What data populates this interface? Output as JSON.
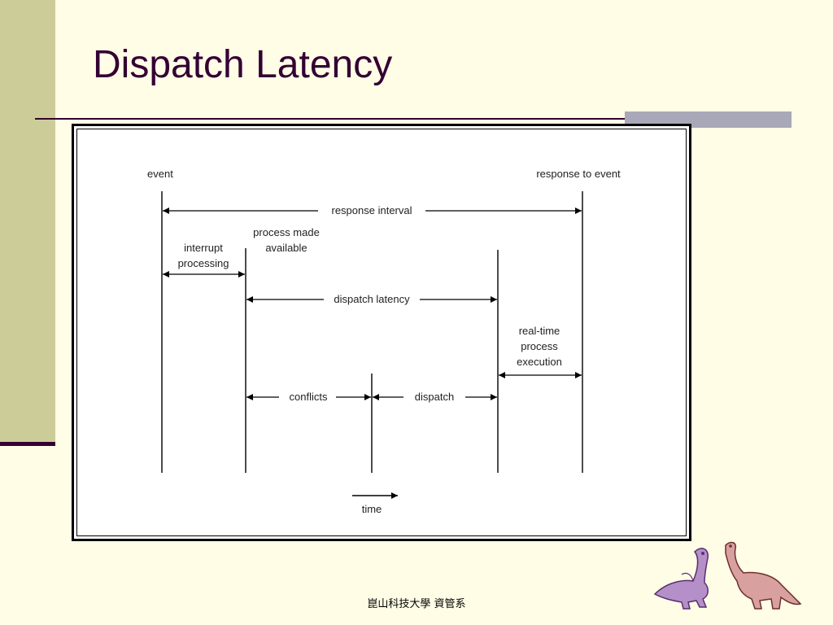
{
  "slide": {
    "title": "Dispatch Latency",
    "footer": "崑山科技大學 資管系"
  },
  "diagram": {
    "labels": {
      "event": "event",
      "response_to_event": "response to event",
      "response_interval": "response interval",
      "interrupt_processing_line1": "interrupt",
      "interrupt_processing_line2": "processing",
      "process_made_available_line1": "process made",
      "process_made_available_line2": "available",
      "dispatch_latency": "dispatch latency",
      "realtime_line1": "real-time",
      "realtime_line2": "process",
      "realtime_line3": "execution",
      "conflicts": "conflicts",
      "dispatch": "dispatch",
      "time": "time"
    }
  },
  "colors": {
    "background": "#fffde6",
    "left_bar": "#cccc99",
    "title": "#330033",
    "accent": "#a8a8b8"
  },
  "decorations": {
    "mascot": "dinosaur-icon"
  }
}
